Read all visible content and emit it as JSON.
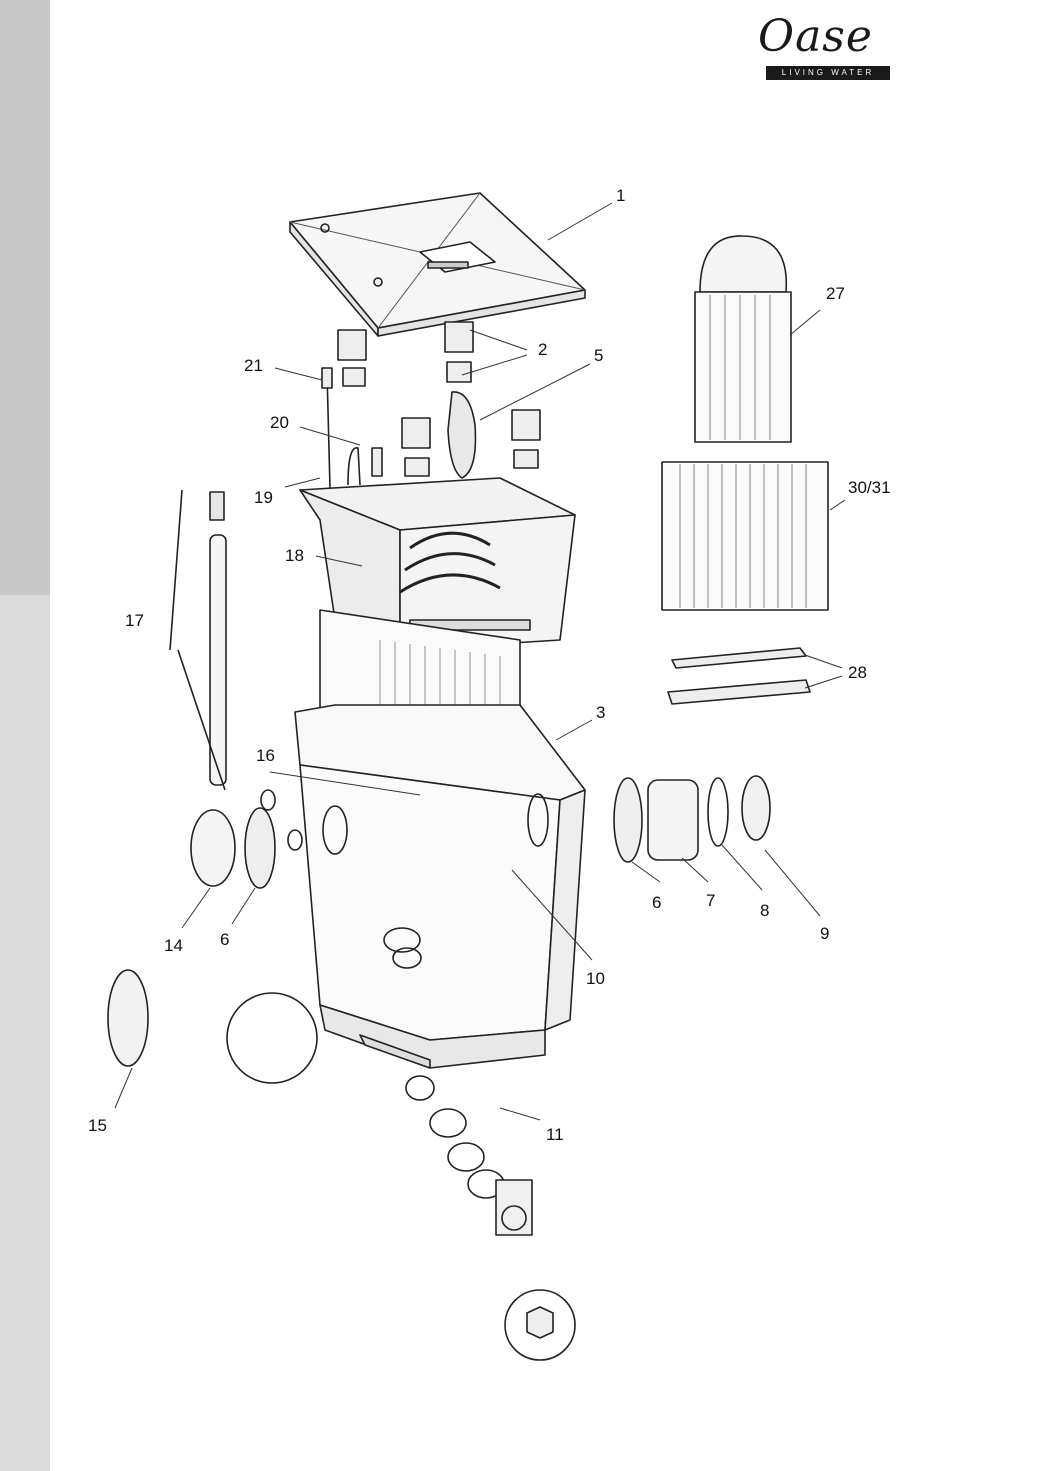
{
  "brand": {
    "name": "Oase",
    "tagline": "LIVING WATER"
  },
  "callouts": {
    "c1": "1",
    "c2": "2",
    "c3": "3",
    "c5": "5",
    "c6a": "6",
    "c6b": "6",
    "c7": "7",
    "c8": "8",
    "c9": "9",
    "c10": "10",
    "c11": "11",
    "c14": "14",
    "c15": "15",
    "c16": "16",
    "c17": "17",
    "c18": "18",
    "c19": "19",
    "c20": "20",
    "c21": "21",
    "c27": "27",
    "c2831": "30/31",
    "c28": "28"
  }
}
